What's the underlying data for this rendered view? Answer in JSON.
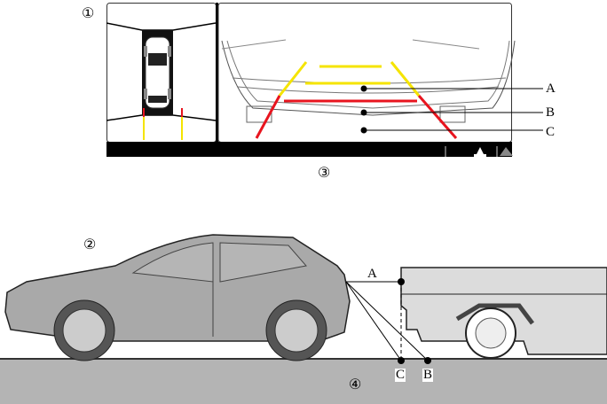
{
  "callouts": {
    "one": "①",
    "two": "②",
    "three": "③",
    "four": "④"
  },
  "screen_labels": {
    "a": "A",
    "b": "B",
    "c": "C"
  },
  "side_labels": {
    "a": "A",
    "b": "B",
    "c": "C"
  },
  "colors": {
    "guide_yellow": "#f5e400",
    "guide_red": "#e8141e",
    "car_gray": "#a9a9a9",
    "ground_gray": "#b4b4b4",
    "trailer_gray": "#dcdcdc"
  }
}
